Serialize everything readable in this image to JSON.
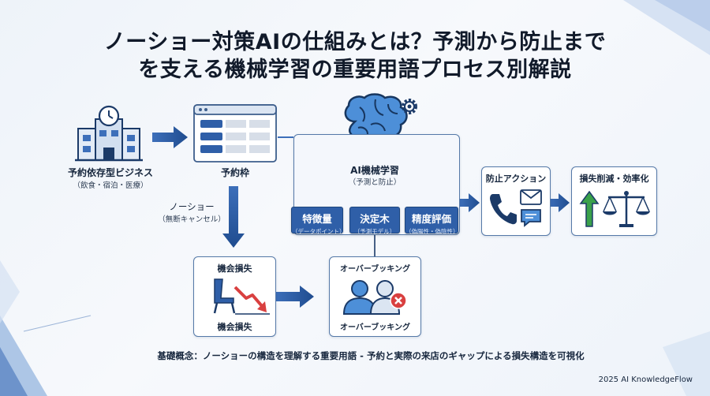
{
  "title": {
    "line1": "ノーショー対策AIの仕組みとは？予測から防止まで",
    "line2": "を支える機械学習の重要用語プロセス別解説"
  },
  "nodes": {
    "business": {
      "label": "予約依存型ビジネス",
      "sub": "（飲食・宿泊・医療）"
    },
    "reservation": {
      "label": "予約枠"
    },
    "noshow": {
      "label": "ノーショー",
      "sub": "（無断キャンセル）"
    },
    "ai": {
      "label": "AI機械学習",
      "sub": "（予測と防止）"
    },
    "features": {
      "label": "特徴量",
      "sub": "（データポイント）"
    },
    "tree": {
      "label": "決定木",
      "sub": "（予測モデル）"
    },
    "metrics": {
      "label": "精度評価",
      "sub": "（偽陽性・偽陰性）"
    },
    "prevent": {
      "label": "防止アクション"
    },
    "result": {
      "label": "損失削減・効率化"
    },
    "loss": {
      "top": "機会損失",
      "bottom": "機会損失"
    },
    "overbook": {
      "top": "オーバーブッキング",
      "bottom": "オーバーブッキング"
    }
  },
  "caption": "基礎概念：ノーショーの構造を理解する重要用語 - 予約と実際の来店のギャップによる損失構造を可視化",
  "footer": "2025 AI KnowledgeFlow",
  "colors": {
    "primary": "#2f5fa8",
    "dark": "#1b3a68",
    "green": "#3aa14a",
    "red": "#d94040"
  },
  "icons": [
    "building-clock-icon",
    "reservation-grid-icon",
    "brain-icon",
    "gear-icon",
    "phone-icon",
    "mail-icon",
    "chat-icon",
    "up-arrow-icon",
    "scales-icon",
    "chair-icon",
    "down-trend-arrow-icon",
    "people-icon",
    "x-mark-icon"
  ]
}
